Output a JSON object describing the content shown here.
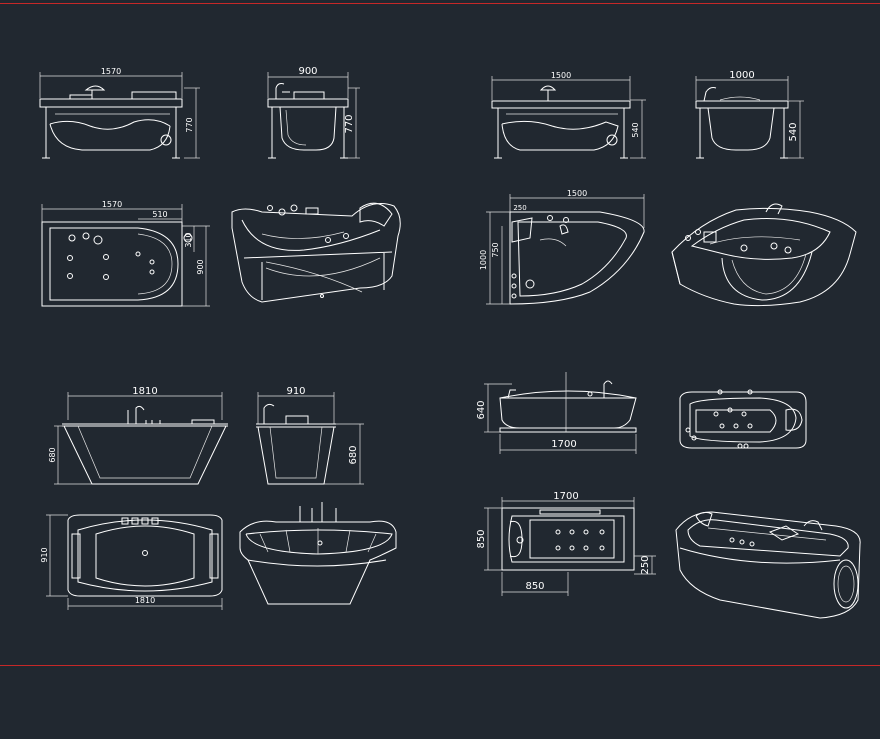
{
  "colors": {
    "background": "#212830",
    "linework": "#ffffff",
    "border": "#c62828"
  },
  "dims": {
    "a_top_w": "1570",
    "a_top_h": "770",
    "a_side_w": "900",
    "a_side_h": "770",
    "a_plan_w": "1570",
    "a_plan_inner": "510",
    "a_plan_h1": "310",
    "a_plan_h2": "900",
    "b_top_w": "1500",
    "b_top_h": "540",
    "b_side_w": "1000",
    "b_side_h": "540",
    "b_plan_w": "1500",
    "b_plan_250": "250",
    "b_plan_h1": "1000",
    "b_plan_h2": "750",
    "c_front_w": "1810",
    "c_front_h": "680",
    "c_side_w": "910",
    "c_side_h": "680",
    "c_plan_h": "910",
    "c_plan_w": "1810",
    "d_front_h": "640",
    "d_front_w": "1700",
    "d_plan_w": "1700",
    "d_plan_h": "850",
    "d_plan_250": "250",
    "d_plan_850": "850"
  }
}
